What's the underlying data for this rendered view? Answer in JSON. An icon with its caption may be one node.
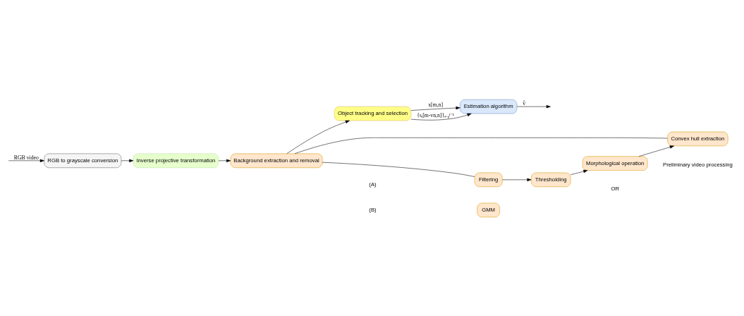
{
  "diagram": {
    "nodes": [
      {
        "text": [
          "RGB to grayscale conversion"
        ]
      },
      {
        "text": [
          "Inverse projective transformation"
        ]
      },
      {
        "text": [
          "Background extraction and removal"
        ]
      },
      {
        "text": [
          "Object tracking and selection"
        ]
      },
      {
        "text": [
          "Estimation algorithm"
        ]
      },
      {
        "text": [
          "Filtering"
        ]
      },
      {
        "text": [
          "Thresholding"
        ]
      },
      {
        "text": [
          "Morphological operation"
        ]
      },
      {
        "text": [
          "Convex hull extraction"
        ]
      },
      {
        "text": [
          "GMM"
        ]
      }
    ],
    "edges": [
      {
        "from": null,
        "to": 0,
        "arrow": "to",
        "label": "RGB video"
      },
      {
        "from": 0,
        "to": 1,
        "arrow": "to"
      },
      {
        "from": 1,
        "to": 2,
        "arrow": "to"
      },
      {
        "from": 2,
        "to": 3,
        "arrow": "to"
      },
      {
        "from": 3,
        "to": 4,
        "arrow": "to",
        "label": "x[m,n]"
      },
      {
        "from": 3,
        "to": 4,
        "arrow": "to",
        "label": "{sᵢ[m-vn,n]}ᵢ₌₀ᴵ⁻¹"
      },
      {
        "from": 4,
        "to": null,
        "arrow": "to",
        "label": "v̂"
      },
      {
        "from": 2,
        "to": 5,
        "arrow": "none"
      },
      {
        "from": 2,
        "to": 8,
        "arrow": "none"
      },
      {
        "from": 5,
        "to": 6,
        "arrow": "to"
      },
      {
        "from": 6,
        "to": 7,
        "arrow": "to"
      },
      {
        "from": 7,
        "to": 8,
        "arrow": "to"
      }
    ],
    "labels": [
      "(A)",
      "OR",
      "(B)",
      "Preliminary video processing"
    ]
  }
}
